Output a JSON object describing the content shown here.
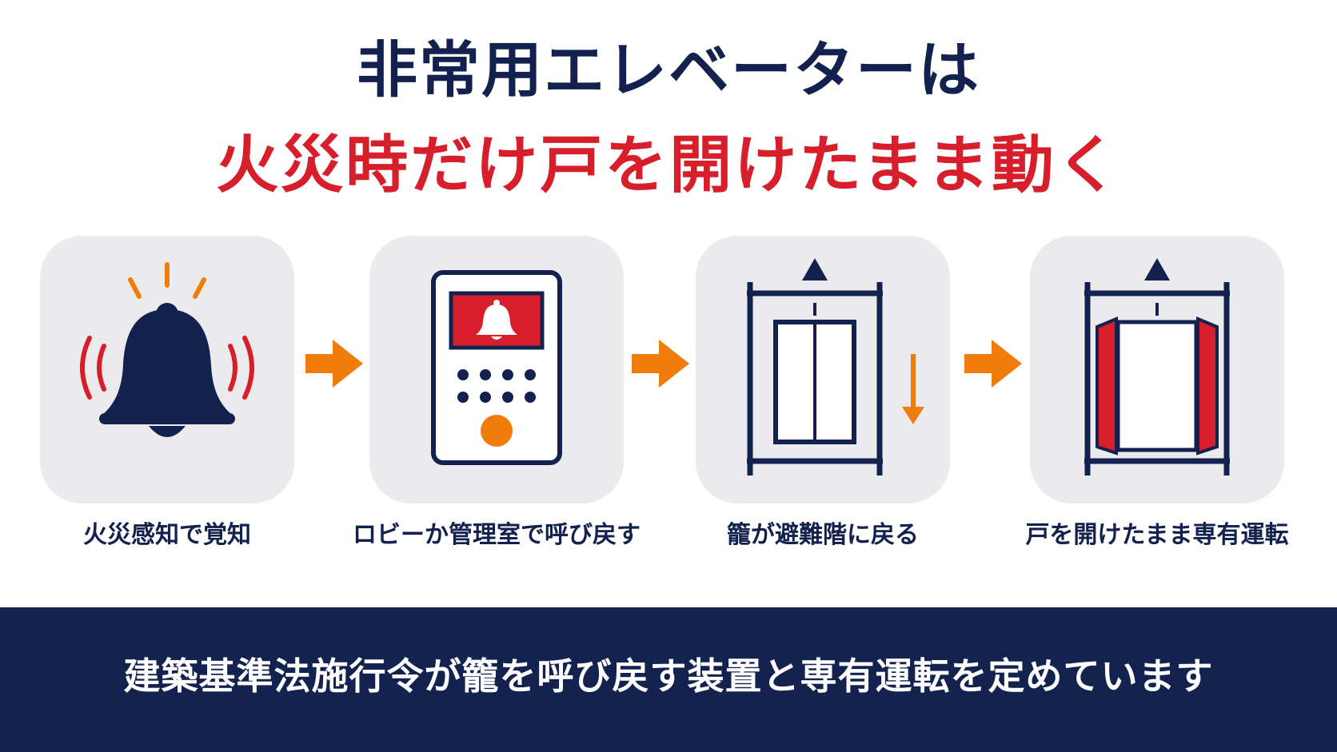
{
  "title": {
    "line1": "非常用エレベーターは",
    "line2": "火災時だけ戸を開けたまま動く"
  },
  "steps": [
    {
      "label": "火災感知で覚知",
      "icon": "alarm-bell-icon"
    },
    {
      "label": "ロビーか管理室で呼び戻す",
      "icon": "control-panel-icon"
    },
    {
      "label": "籠が避難階に戻る",
      "icon": "elevator-descending-icon"
    },
    {
      "label": "戸を開けたまま専有運転",
      "icon": "elevator-doors-open-icon"
    }
  ],
  "connector_icon": "arrow-right-icon",
  "footer": {
    "text": "建築基準法施行令が籠を呼び戻す装置と専有運転を定めています"
  },
  "colors": {
    "navy": "#13214f",
    "red": "#d71e2b",
    "orange": "#f07d0b",
    "card_bg": "#ebebed"
  }
}
